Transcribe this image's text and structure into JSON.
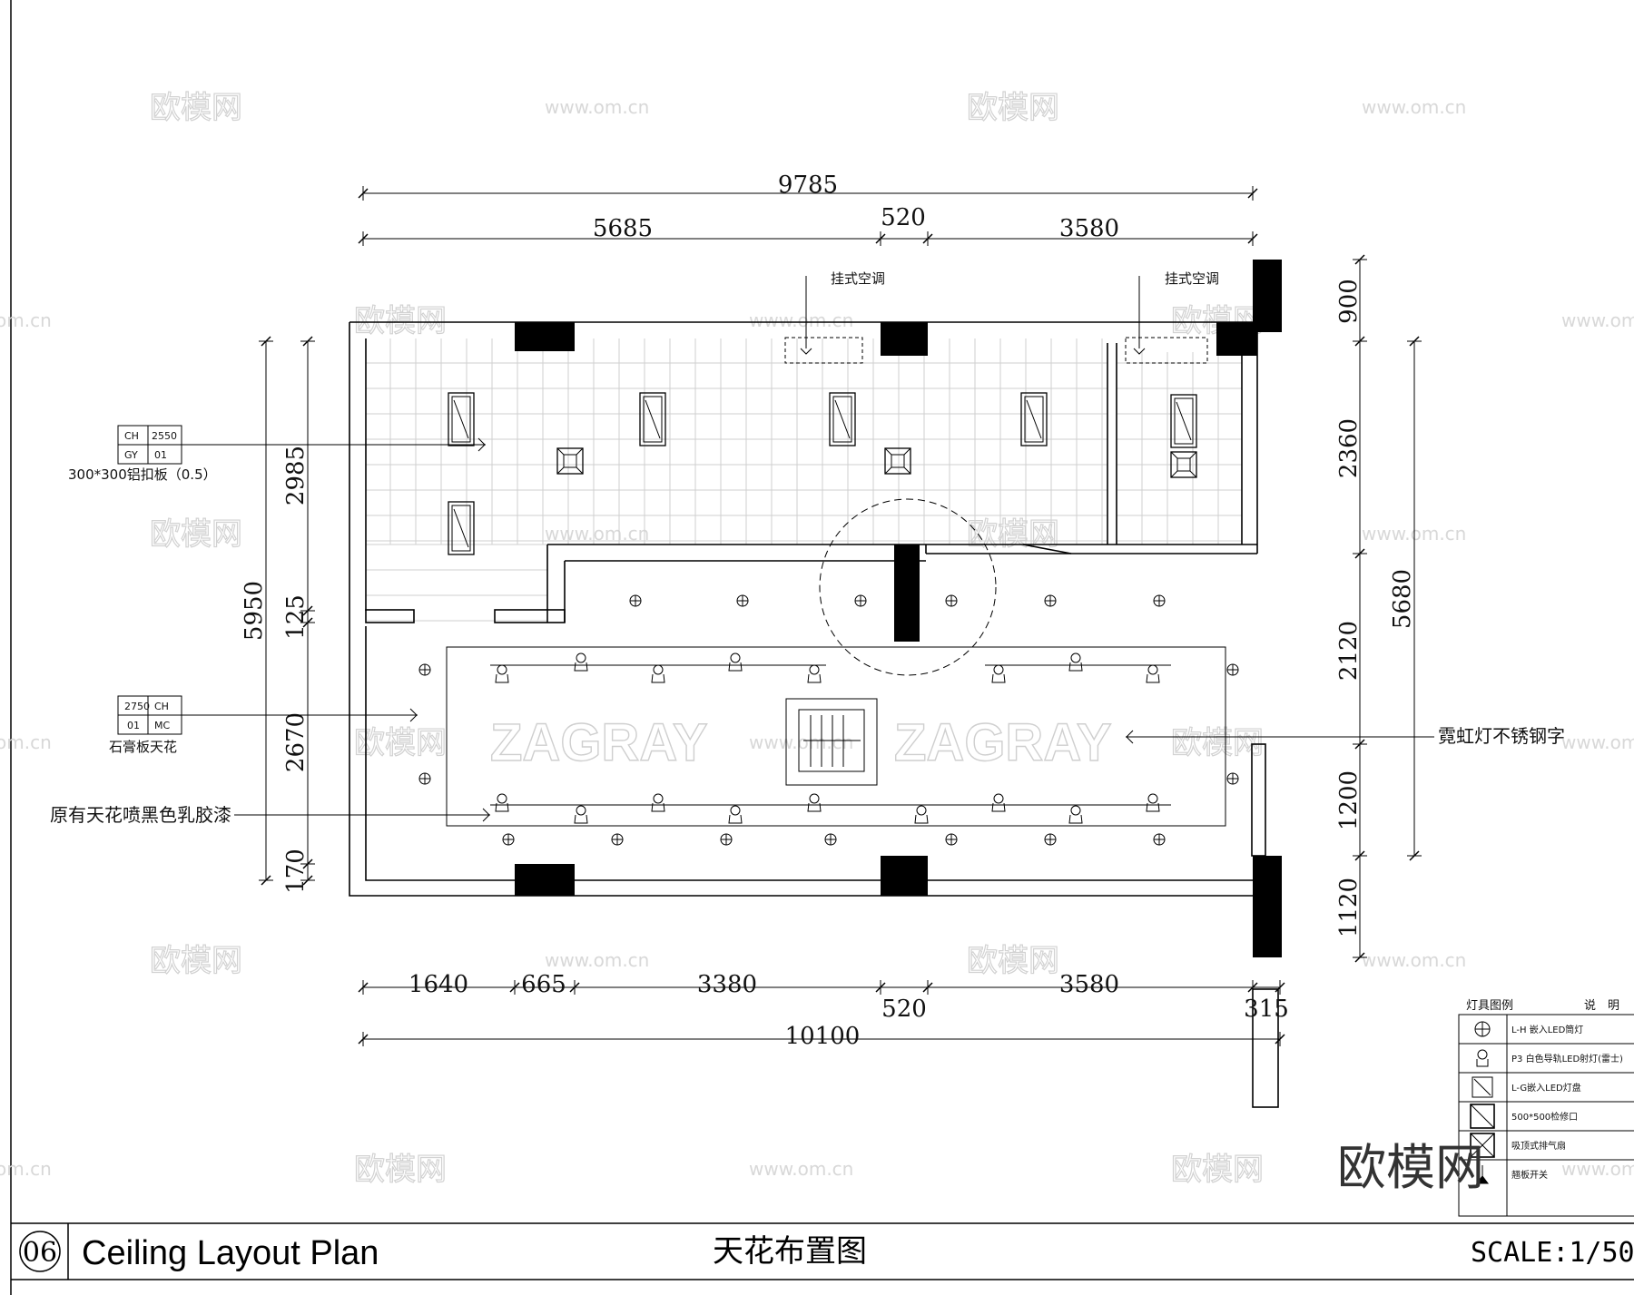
{
  "watermark": {
    "logo": "欧模网",
    "url": "www.om.cn",
    "url_short": "om.cn",
    "big_logo": "欧模网"
  },
  "dimensions": {
    "top_total": "9785",
    "top_segments": [
      "5685",
      "520",
      "3580"
    ],
    "bottom_segments": [
      "1640",
      "665",
      "3380",
      "520",
      "3580",
      "315"
    ],
    "bottom_total": "10100",
    "left_total": "5950",
    "left_segments": [
      "2985",
      "125",
      "2670",
      "170"
    ],
    "right_segments": [
      "900",
      "2360",
      "2120",
      "1200",
      "1120"
    ],
    "right_total": "5680"
  },
  "annotations": {
    "ac_left": "挂式空调",
    "ac_right": "挂式空调",
    "tag1": {
      "a": "CH",
      "b": "2550",
      "c": "GY",
      "d": "01"
    },
    "tag1_note": "300*300铝扣板（0.5）",
    "tag2": {
      "a": "2750",
      "b": "CH",
      "c": "01",
      "d": "MC"
    },
    "tag2_note": "石膏板天花",
    "paint_note": "原有天花喷黑色乳胶漆",
    "neon_note": "霓虹灯不锈钢字",
    "neon_word": "ZAGRAY"
  },
  "legend": {
    "header_left": "灯具图例",
    "header_right": "说　明",
    "items": [
      {
        "icon": "recessed-downlight-icon",
        "text": "L-H 嵌入LED筒灯"
      },
      {
        "icon": "track-spotlight-icon",
        "text": "P3 白色导轨LED射灯(雷士)"
      },
      {
        "icon": "led-panel-icon",
        "text": "L-G嵌入LED灯盘"
      },
      {
        "icon": "access-panel-icon",
        "text": "500*500检修口"
      },
      {
        "icon": "exhaust-fan-icon",
        "text": "吸顶式排气扇"
      },
      {
        "icon": "switch-icon",
        "text": "翘板开关"
      }
    ]
  },
  "title_block": {
    "number": "06",
    "title_en": "Ceiling Layout Plan",
    "title_zh": "天花布置图",
    "scale": "SCALE:1/50"
  }
}
